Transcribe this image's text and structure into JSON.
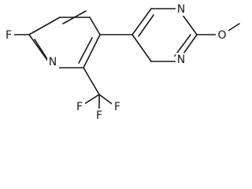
{
  "molecule": {
    "atoms": {
      "f_pyridine": "F",
      "n_pyridine": "N",
      "n_pyrimidine_top": "N",
      "n_pyrimidine_bottom": "N",
      "o_methoxy": "O",
      "f_cf3_1": "F",
      "f_cf3_2": "F",
      "f_cf3_3": "F"
    }
  }
}
